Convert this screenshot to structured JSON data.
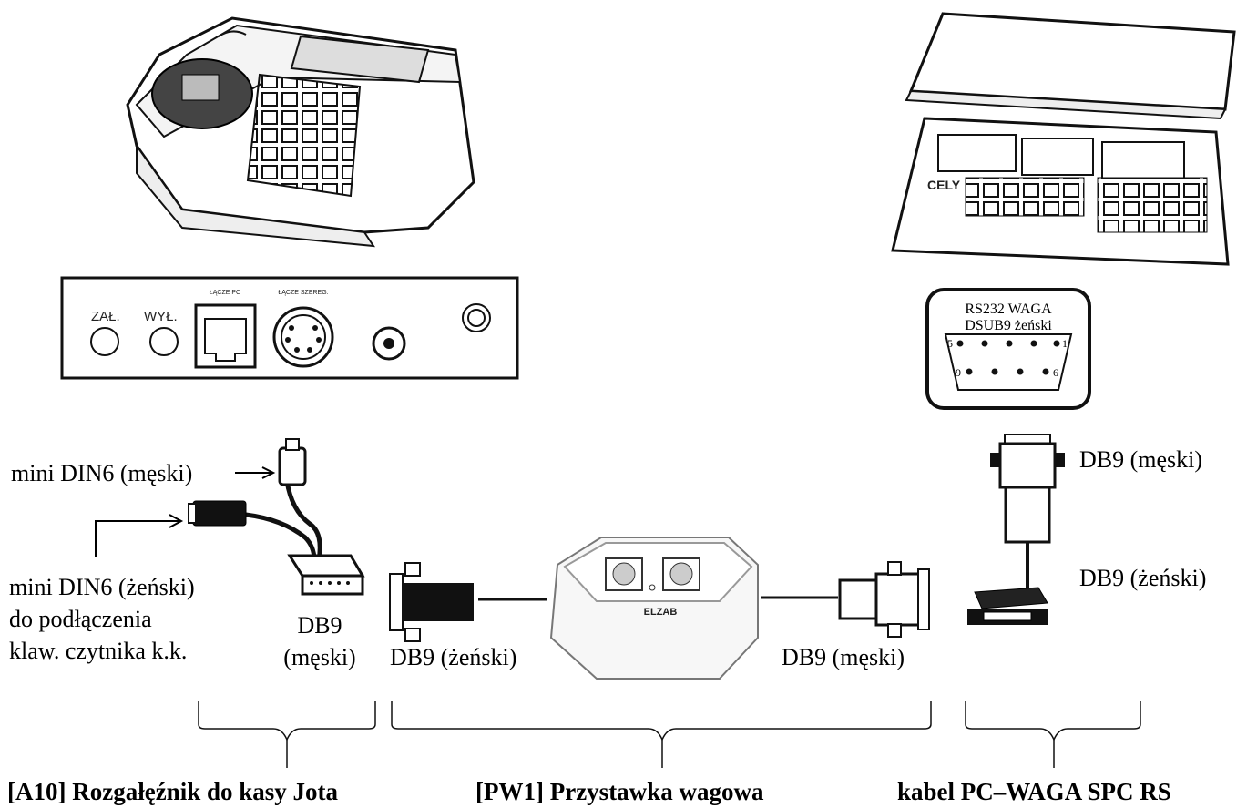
{
  "cash_register": {
    "panel": {
      "on_label": "ZAŁ.",
      "off_label": "WYŁ.",
      "pc_port_label": "ŁĄCZE PC",
      "serial_port_label": "ŁĄCZE SZEREG."
    }
  },
  "scale": {
    "port_box_line1": "RS232 WAGA",
    "port_box_line2": "DSUB9 żeński",
    "pin_5": "5",
    "pin_1": "1",
    "pin_9": "9",
    "pin_6": "6",
    "brand": "CELY"
  },
  "splitter": {
    "mini_din_male": "mini DIN6 (męski)",
    "mini_din_female_line1": "mini DIN6 (żeński)",
    "mini_din_female_line2": "do podłączenia",
    "mini_din_female_line3": "klaw. czytnika k.k.",
    "db9_male_line1": "DB9",
    "db9_male_line2": "(męski)",
    "title": "[A10] Rozgałęźnik do kasy Jota"
  },
  "adapter": {
    "db9_female": "DB9 (żeński)",
    "db9_male": "DB9 (męski)",
    "brand": "ELZAB",
    "title": "[PW1] Przystawka wagowa"
  },
  "cable": {
    "db9_male": "DB9 (męski)",
    "db9_female": "DB9 (żeński)",
    "title": "kabel PC–WAGA SPC RS"
  }
}
